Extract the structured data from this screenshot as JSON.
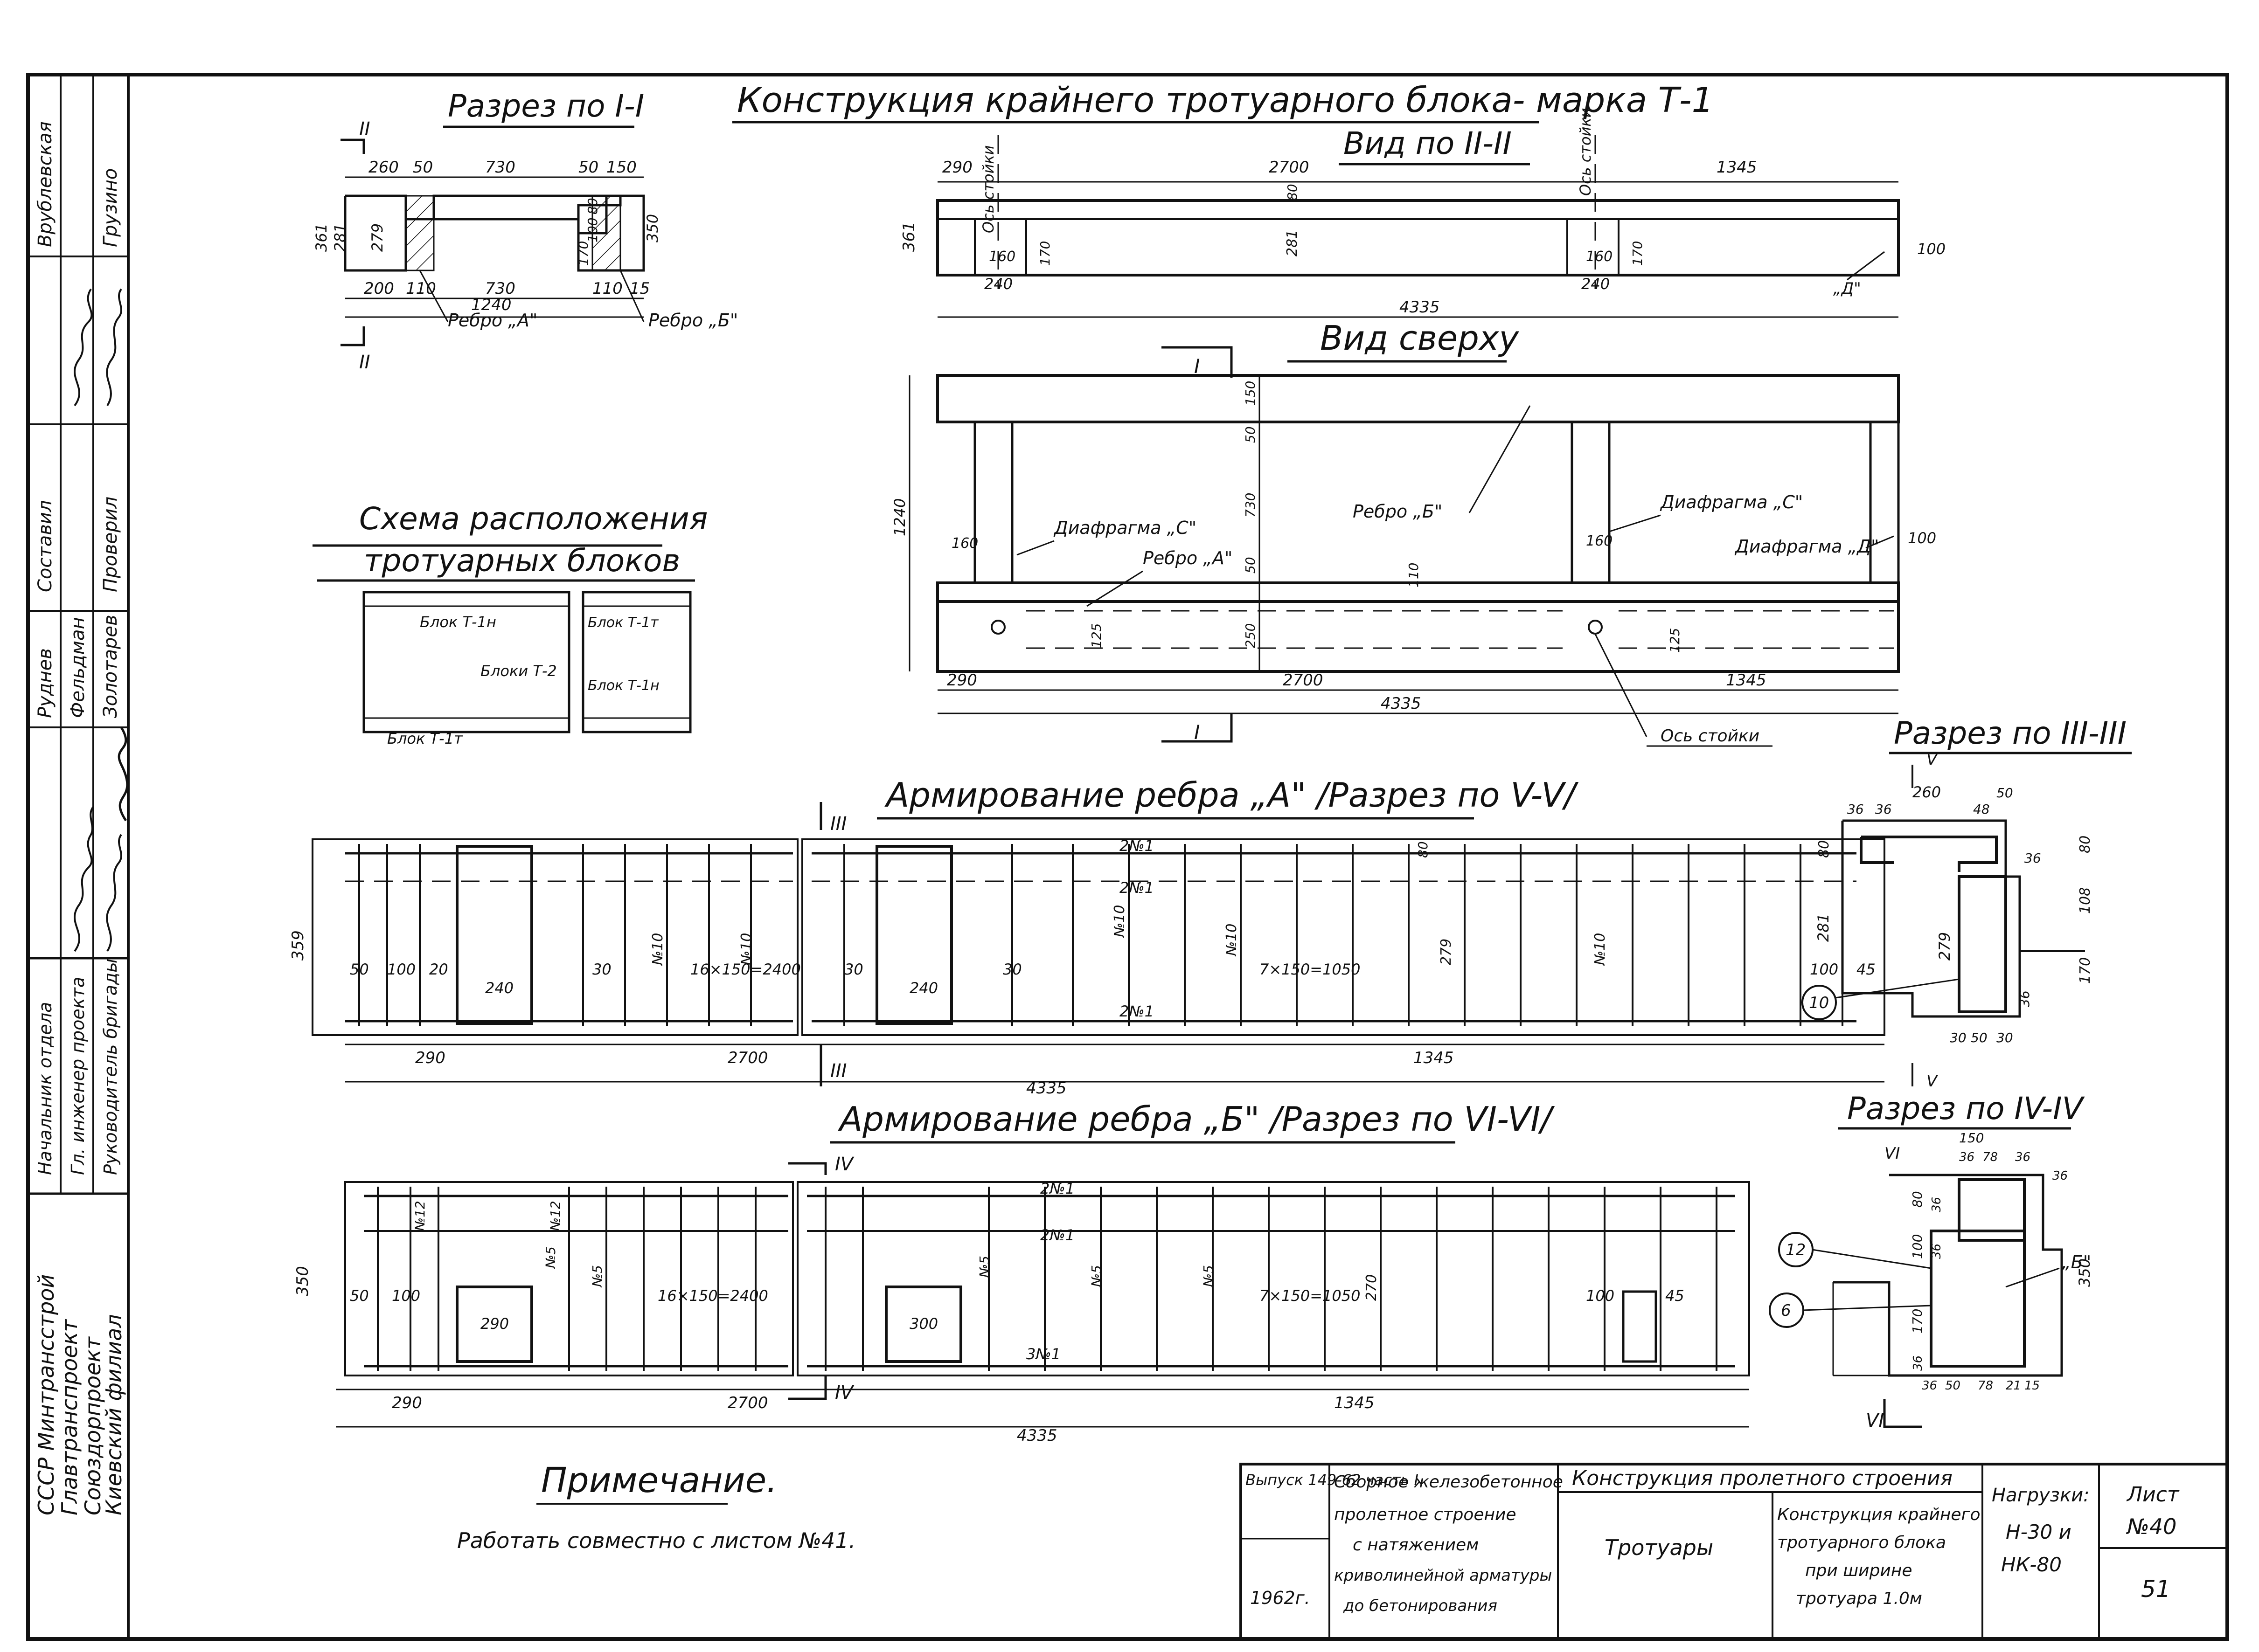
{
  "side_stamp": {
    "org": [
      "СССР Минтрансстрой",
      "Главтранспроект",
      "Союздорпроект",
      "Киевский филиал"
    ],
    "roles": [
      "Начальник отдела",
      "Гл. инженер проекта",
      "Руководитель бригады",
      "Составил",
      "Проверил"
    ],
    "names": [
      "Врублевская",
      "Грузино",
      "Руднев",
      "Фельдман",
      "Золотарев"
    ]
  },
  "titles": {
    "main": "Конструкция крайнего тротуарного блока- марка Т-1",
    "section_1": "Разрез по I-I",
    "view_2": "Вид по II-II",
    "view_top": "Вид сверху",
    "layout": "Схема расположения",
    "layout_2": "тротуарных блоков",
    "rebar_a": "Армирование ребра „А\" /Разрез по V-V/",
    "rebar_b": "Армирование ребра „Б\" /Разрез по VI-VI/",
    "section_3": "Разрез по III-III",
    "section_4": "Разрез по IV-IV"
  },
  "section_1": {
    "dims_top": [
      "260",
      "50",
      "730",
      "50",
      "150"
    ],
    "dims_bottom": [
      "200",
      "110",
      "730",
      "110",
      "15"
    ],
    "total": "1240",
    "heights": [
      "361",
      "281",
      "279",
      "80",
      "170",
      "350",
      "100"
    ],
    "labels": [
      "Ребро „А\"",
      "Ребро „Б\""
    ],
    "marks": [
      "II",
      "II"
    ]
  },
  "view_2": {
    "dims": [
      "290",
      "2700",
      "1345"
    ],
    "total": "4335",
    "sub": [
      "240",
      "160",
      "170",
      "240",
      "160",
      "170"
    ],
    "height": "361",
    "mid": "281",
    "top": "80",
    "right": "100",
    "axis": "Ось стойки",
    "d_label": "„Д\""
  },
  "view_top": {
    "dims": [
      "290",
      "2700",
      "1345"
    ],
    "total": "4335",
    "left_total": "1240",
    "vdims": [
      "150",
      "50",
      "730",
      "50",
      "250"
    ],
    "labels": [
      "Ребро „Б\"",
      "Диафрагма „С\"",
      "Ребро „А\"",
      "Диафрагма „С\"",
      "Диафрагма „Д\""
    ],
    "small": [
      "160",
      "110",
      "125",
      "160",
      "125",
      "100"
    ],
    "axis": "Ось стойки",
    "mark": "I"
  },
  "layout_scheme": {
    "labels": [
      "Блок Т-1н",
      "Блоки Т-2",
      "Блок Т-1т",
      "Блок Т-1т",
      "Блок Т-1н"
    ]
  },
  "rebar_a": {
    "height": "359",
    "dims_bottom": [
      "290",
      "2700",
      "1345"
    ],
    "total": "4335",
    "inner": [
      "50",
      "100",
      "20",
      "240",
      "30",
      "16×150=2400",
      "30",
      "240",
      "30",
      "7×150=1050",
      "100",
      "45"
    ],
    "bars": [
      "2№1",
      "2№1",
      "2№1",
      "№10",
      "№10",
      "№10",
      "№10",
      "№10"
    ],
    "mark": "III",
    "h279": "279",
    "h80": "80"
  },
  "rebar_b": {
    "height": "350",
    "dims_bottom": [
      "290",
      "2700",
      "1345"
    ],
    "total": "4335",
    "inner": [
      "50",
      "100",
      "290",
      "16×150=2400",
      "300",
      "7×150=1050",
      "100",
      "45"
    ],
    "bars": [
      "2№1",
      "2№1",
      "3№1",
      "№12",
      "№12",
      "№5",
      "№5",
      "№5",
      "№5",
      "№5"
    ],
    "mark": "IV",
    "h270": "270"
  },
  "section_3": {
    "dims": [
      "260",
      "50",
      "48",
      "36",
      "36",
      "80",
      "36",
      "80",
      "108",
      "281",
      "279",
      "170",
      "36",
      "30",
      "50",
      "30"
    ],
    "callout": "10",
    "mark": "V"
  },
  "section_4": {
    "dims": [
      "150",
      "36",
      "78",
      "36",
      "36",
      "80",
      "36",
      "100",
      "36",
      "170",
      "36",
      "36",
      "50",
      "78",
      "21",
      "15",
      "350"
    ],
    "callouts": [
      "12",
      "6"
    ],
    "label": "„Б\"",
    "mark": "VI"
  },
  "note": {
    "title": "Примечание.",
    "text": "Работать совместно с листом №41."
  },
  "title_block": {
    "issue": "Выпуск 149-62 часть I",
    "year": "1962г.",
    "desc": [
      "Сборное железобетонное",
      "пролетное строение",
      "с натяжением",
      "криволинейной арматуры",
      "до бетонирования"
    ],
    "construction": "Конструкция пролетного строения",
    "section": "Тротуары",
    "drawing": [
      "Конструкция крайнего",
      "тротуарного блока",
      "при ширине",
      "тротуара 1.0м"
    ],
    "load_title": "Нагрузки:",
    "load": [
      "Н-30 и",
      "НК-80"
    ],
    "sheet_title": "Лист",
    "sheet_no": "№40",
    "page": "51"
  }
}
